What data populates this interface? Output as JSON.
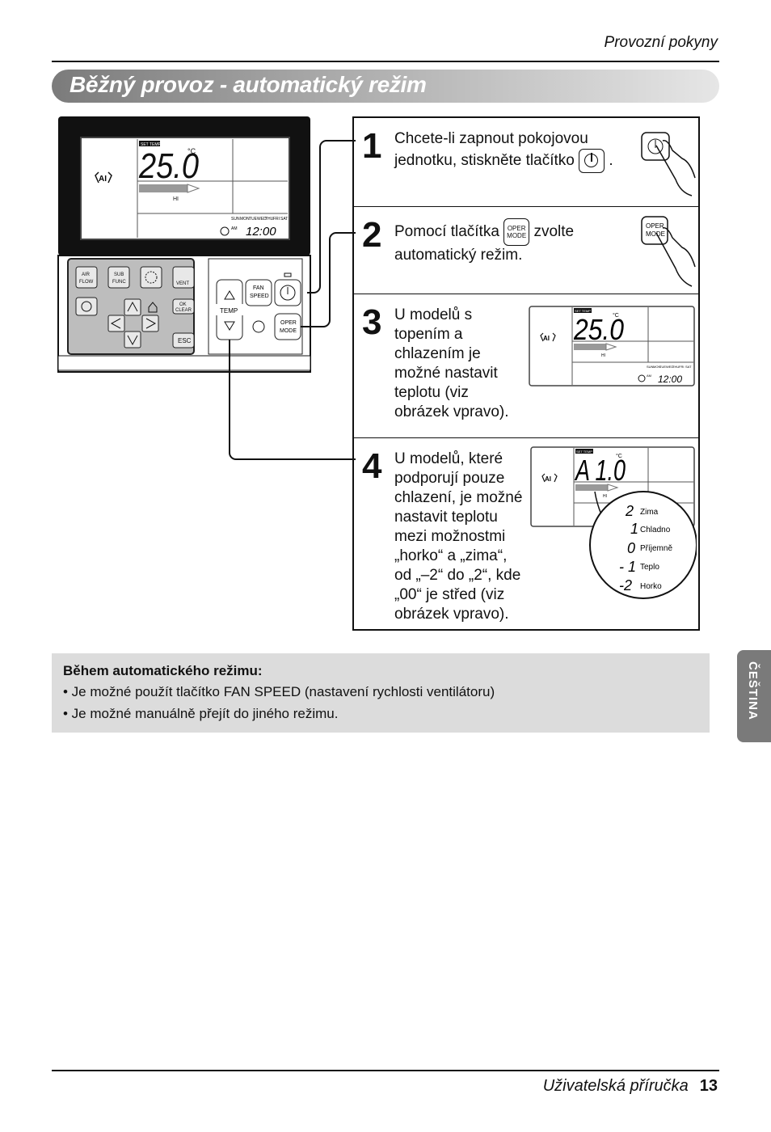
{
  "header": {
    "section": "Provozní pokyny"
  },
  "title": "Běžný provoz - automatický režim",
  "remote": {
    "display_badge": "SET TEMP",
    "display_temp": "25.0",
    "display_unit": "°C",
    "display_fan": "HI",
    "display_time_prefix": "AM",
    "display_time": "12:00",
    "days": [
      "SUN",
      "MON",
      "TUE",
      "WED",
      "THU",
      "FRI",
      "SAT"
    ],
    "mode_label": "AI",
    "buttons": {
      "air_flow": [
        "AIR",
        "FLOW"
      ],
      "sub_func": [
        "SUB",
        "FUNC"
      ],
      "vent": "VENT",
      "ok_clear": [
        "OK",
        "CLEAR"
      ],
      "esc": "ESC",
      "fan_speed": [
        "FAN",
        "SPEED"
      ],
      "temp": "TEMP",
      "oper_mode": [
        "OPER",
        "MODE"
      ]
    }
  },
  "steps": [
    {
      "number": "1",
      "lines": [
        "Chcete-li zapnout pokojovou",
        "jednotku, stiskněte tlačítko",
        "."
      ]
    },
    {
      "number": "2",
      "lines": [
        "Pomocí tlačítka",
        "zvolte",
        "automatický režim."
      ],
      "button": [
        "OPER",
        "MODE"
      ]
    },
    {
      "number": "3",
      "lines": [
        "U modelů s",
        "topením a",
        "chlazením je",
        "možné nastavit",
        "teplotu (viz",
        "obrázek vpravo)."
      ]
    },
    {
      "number": "4",
      "lines": [
        "U modelů, které",
        "podporují pouze",
        "chlazení, je možné",
        "nastavit teplotu",
        "mezi možnostmi",
        "„horko“ a „zima“,",
        "od „–2“ do „2“, kde",
        "„00“ je střed (viz",
        "obrázek vpravo)."
      ]
    }
  ],
  "step4_display": {
    "value": "A 1.0",
    "badge": "SET TEMP",
    "unit": "°C",
    "fan": "HI"
  },
  "scale": [
    {
      "value": "2",
      "label": "Zima"
    },
    {
      "value": "1",
      "label": "Chladno"
    },
    {
      "value": "0",
      "label": "Příjemně"
    },
    {
      "value": "- 1",
      "label": "Teplo"
    },
    {
      "value": "-2",
      "label": "Horko"
    }
  ],
  "note": {
    "title": "Během automatického režimu:",
    "items": [
      "• Je možné použít tlačítko FAN SPEED (nastavení rychlosti ventilátoru)",
      "• Je možné manuálně přejít do jiného režimu."
    ]
  },
  "side_tab": "ČEŠTINA",
  "footer": {
    "label": "Uživatelská příručka",
    "page": "13"
  }
}
